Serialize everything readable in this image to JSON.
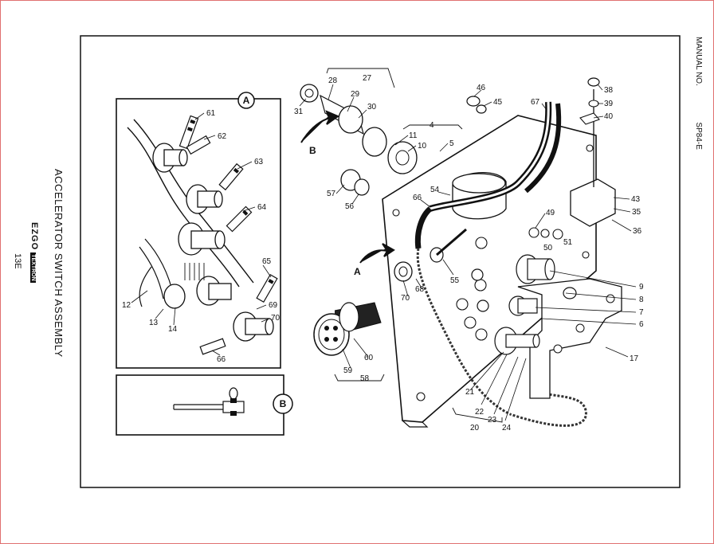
{
  "header": {
    "manual_label": "MANUAL NO.",
    "manual_number": "SP84-E"
  },
  "title": "ACCELERATOR SWITCH ASSEMBLY",
  "brand": {
    "logo_text": "EZGO",
    "sub_text": "TEXTRON"
  },
  "page_number": "13E",
  "insets": {
    "a": {
      "letter": "A"
    },
    "b": {
      "letter": "B"
    }
  },
  "view_markers": {
    "a": "A",
    "b": "B"
  },
  "callouts": {
    "c1": "61",
    "c2": "62",
    "c3": "63",
    "c4": "64",
    "c5": "65",
    "c6": "69",
    "c7": "70",
    "c8": "66",
    "c9": "12",
    "c10": "13",
    "c11": "14",
    "c12": "31",
    "c13": "28",
    "c14": "27",
    "c15": "29",
    "c16": "30",
    "c17": "11",
    "c18": "10",
    "c19": "4",
    "c20": "5",
    "c21": "46",
    "c22": "45",
    "c23": "67",
    "c24": "57",
    "c25": "56",
    "c26": "66",
    "c27": "54",
    "c28": "38",
    "c29": "39",
    "c30": "40",
    "c31": "43",
    "c32": "35",
    "c33": "36",
    "c34": "49",
    "c35": "50",
    "c36": "51",
    "c37": "68",
    "c38": "70",
    "c39": "55",
    "c40": "9",
    "c41": "8",
    "c42": "7",
    "c43": "6",
    "c44": "17",
    "c45": "60",
    "c46": "59",
    "c47": "58",
    "c48": "21",
    "c49": "22",
    "c50": "23",
    "c51": "24",
    "c52": "20"
  }
}
